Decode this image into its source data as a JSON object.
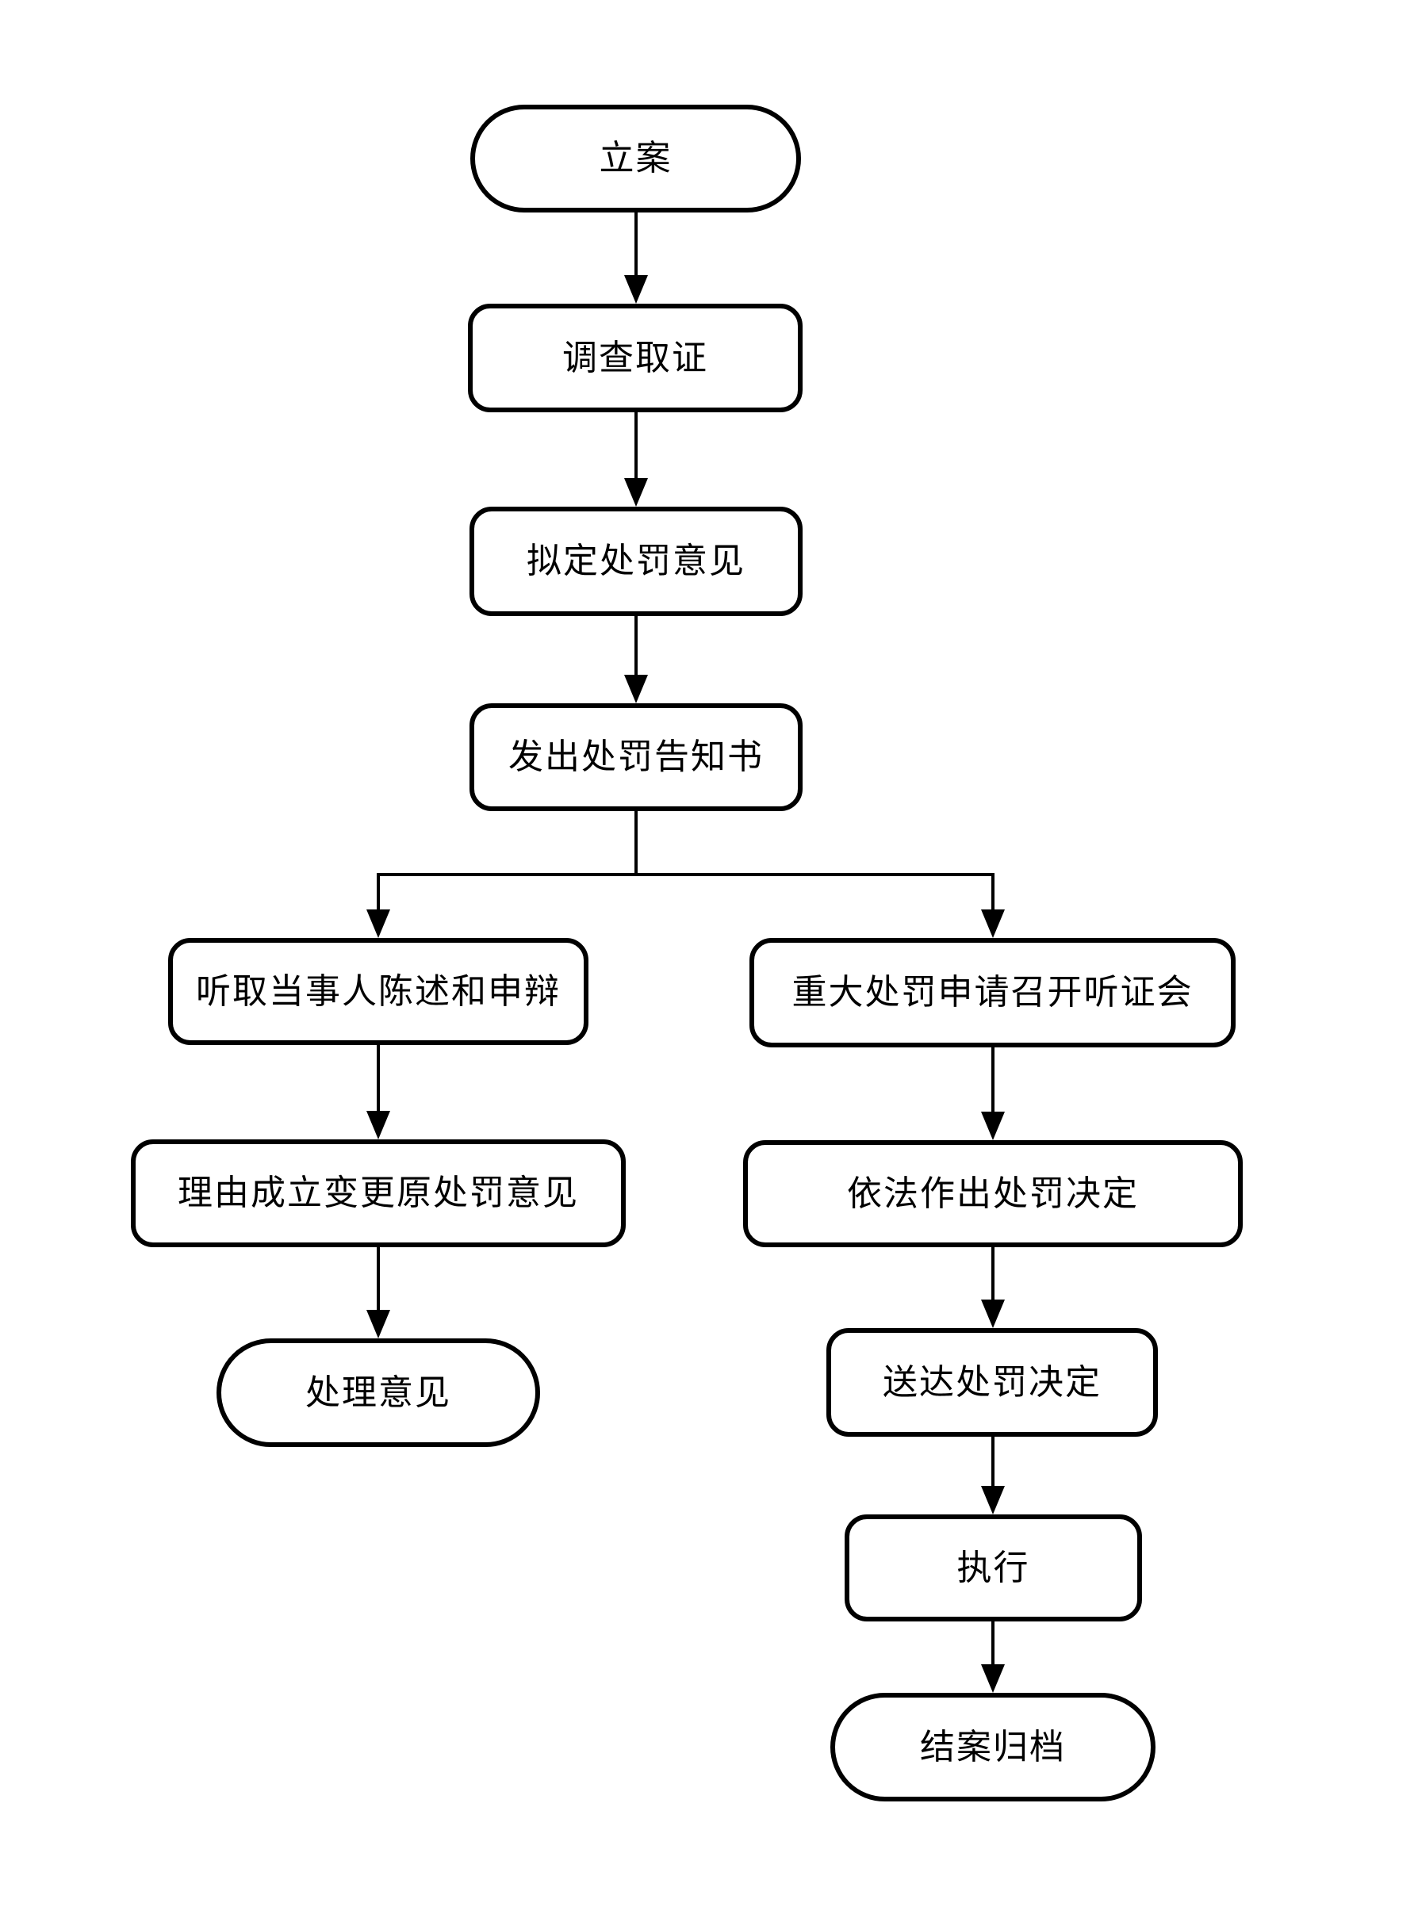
{
  "diagram": {
    "type": "flowchart",
    "background_color": "#ffffff",
    "line_color": "#000000",
    "node_fill_color": "#ffffff",
    "node_border_color": "#000000",
    "text_color": "#000000",
    "nodes": [
      {
        "id": "start",
        "label": "立案",
        "shape": "stadium"
      },
      {
        "id": "investigate",
        "label": "调查取证",
        "shape": "rounded-rect"
      },
      {
        "id": "draft-opinion",
        "label": "拟定处罚意见",
        "shape": "rounded-rect"
      },
      {
        "id": "issue-notice",
        "label": "发出处罚告知书",
        "shape": "rounded-rect"
      },
      {
        "id": "hear-statement",
        "label": "听取当事人陈述和申辩",
        "shape": "rounded-rect"
      },
      {
        "id": "change-opinion",
        "label": "理由成立变更原处罚意见",
        "shape": "rounded-rect"
      },
      {
        "id": "handling-opinion",
        "label": "处理意见",
        "shape": "stadium"
      },
      {
        "id": "hearing",
        "label": "重大处罚申请召开听证会",
        "shape": "rounded-rect"
      },
      {
        "id": "decision",
        "label": "依法作出处罚决定",
        "shape": "rounded-rect"
      },
      {
        "id": "serve-decision",
        "label": "送达处罚决定",
        "shape": "rounded-rect"
      },
      {
        "id": "execute",
        "label": "执行",
        "shape": "rounded-rect"
      },
      {
        "id": "close-archive",
        "label": "结案归档",
        "shape": "stadium"
      }
    ],
    "edges": [
      {
        "from": "start",
        "to": "investigate"
      },
      {
        "from": "investigate",
        "to": "draft-opinion"
      },
      {
        "from": "draft-opinion",
        "to": "issue-notice"
      },
      {
        "from": "issue-notice",
        "to": "hear-statement"
      },
      {
        "from": "issue-notice",
        "to": "hearing"
      },
      {
        "from": "hear-statement",
        "to": "change-opinion"
      },
      {
        "from": "change-opinion",
        "to": "handling-opinion"
      },
      {
        "from": "hearing",
        "to": "decision"
      },
      {
        "from": "decision",
        "to": "serve-decision"
      },
      {
        "from": "serve-decision",
        "to": "execute"
      },
      {
        "from": "execute",
        "to": "close-archive"
      }
    ]
  }
}
